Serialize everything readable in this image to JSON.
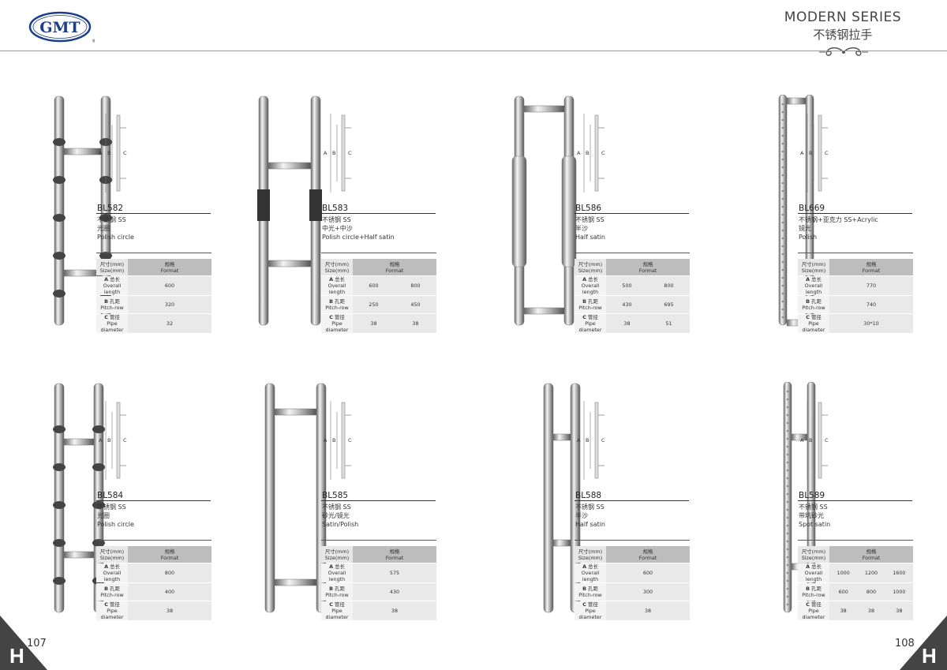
{
  "header": {
    "logo_text": "GMT",
    "series_en": "MODERN SERIES",
    "series_zh": "不锈钢拉手"
  },
  "products": [
    {
      "code": "BL582",
      "mat_zh": "不锈钢  SS",
      "finish_zh": "光圈",
      "finish_en": "Polish circle",
      "values": [
        [
          "600"
        ],
        [
          "320"
        ],
        [
          "32"
        ]
      ]
    },
    {
      "code": "BL583",
      "mat_zh": "不锈钢  SS",
      "finish_zh": "中光+中沙",
      "finish_en": "Polish circle+Half satin",
      "values": [
        [
          "600",
          "800"
        ],
        [
          "250",
          "450"
        ],
        [
          "38",
          "38"
        ]
      ]
    },
    {
      "code": "BL586",
      "mat_zh": "不锈钢  SS",
      "finish_zh": "半沙",
      "finish_en": "Half satin",
      "values": [
        [
          "500",
          "800"
        ],
        [
          "430",
          "695"
        ],
        [
          "38",
          "51"
        ]
      ]
    },
    {
      "code": "BL669",
      "mat_zh": "不锈钢+亚克力  SS+Acrylic",
      "finish_zh": "镜光",
      "finish_en": "Polish",
      "values": [
        [
          "770"
        ],
        [
          "740"
        ],
        [
          "30*10"
        ]
      ]
    },
    {
      "code": "BL584",
      "mat_zh": "不锈钢  SS",
      "finish_zh": "光圈",
      "finish_en": "Polish circle",
      "values": [
        [
          "800"
        ],
        [
          "400"
        ],
        [
          "38"
        ]
      ]
    },
    {
      "code": "BL585",
      "mat_zh": "不锈钢  SS",
      "finish_zh": "砂光/镜光",
      "finish_en": "Satin/Polish",
      "values": [
        [
          "575"
        ],
        [
          "430"
        ],
        [
          "38"
        ]
      ]
    },
    {
      "code": "BL588",
      "mat_zh": "不锈钢  SS",
      "finish_zh": "半沙",
      "finish_en": "Half satin",
      "values": [
        [
          "600"
        ],
        [
          "300"
        ],
        [
          "38"
        ]
      ]
    },
    {
      "code": "BL589",
      "mat_zh": "不锈钢  SS",
      "finish_zh": "带坑砂光",
      "finish_en": "Spot satin",
      "values": [
        [
          "1000",
          "1200",
          "1600"
        ],
        [
          "600",
          "800",
          "1000"
        ],
        [
          "38",
          "38",
          "38"
        ]
      ]
    }
  ],
  "table_labels": {
    "size_zh": "尺寸(mm)",
    "size_en": "Size(mm)",
    "format_zh": "规格",
    "format_en": "Format",
    "rows": [
      {
        "key": "A",
        "zh": "总长",
        "en": "Overall length"
      },
      {
        "key": "B",
        "zh": "孔距",
        "en": "Pitch-row"
      },
      {
        "key": "C",
        "zh": "管径",
        "en": "Pipe diameter"
      }
    ]
  },
  "dimension_letters": [
    "A",
    "B",
    "C"
  ],
  "footer": {
    "left_page": "107",
    "right_page": "108",
    "corner_letter": "H"
  },
  "colors": {
    "metal_light": "#f2f2f2",
    "metal_dark": "#555555",
    "table_header": "#bdbdbd",
    "logo_blue": "#1c3f8c"
  }
}
